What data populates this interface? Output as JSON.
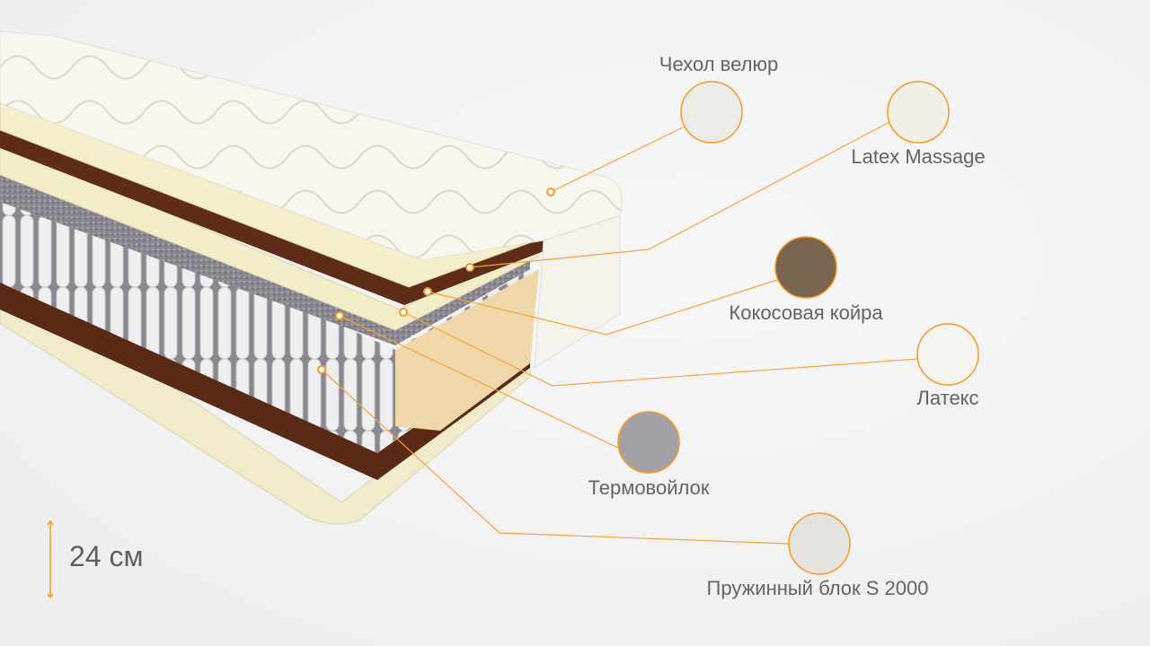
{
  "colors": {
    "accent": "#f59a23",
    "label": "#646464"
  },
  "layers": [
    {
      "label": "Чехол велюр",
      "icon": "velour-cover-thumbnail"
    },
    {
      "label": "Latex Massage",
      "icon": "latex-massage-thumbnail"
    },
    {
      "label": "Кокосовая койра",
      "icon": "coconut-coir-thumbnail"
    },
    {
      "label": "Латекс",
      "icon": "latex-thumbnail"
    },
    {
      "label": "Термовойлок",
      "icon": "thermo-felt-thumbnail"
    },
    {
      "label": "Пружинный блок S 2000",
      "icon": "spring-block-thumbnail"
    }
  ],
  "height": {
    "label": "24 см"
  }
}
